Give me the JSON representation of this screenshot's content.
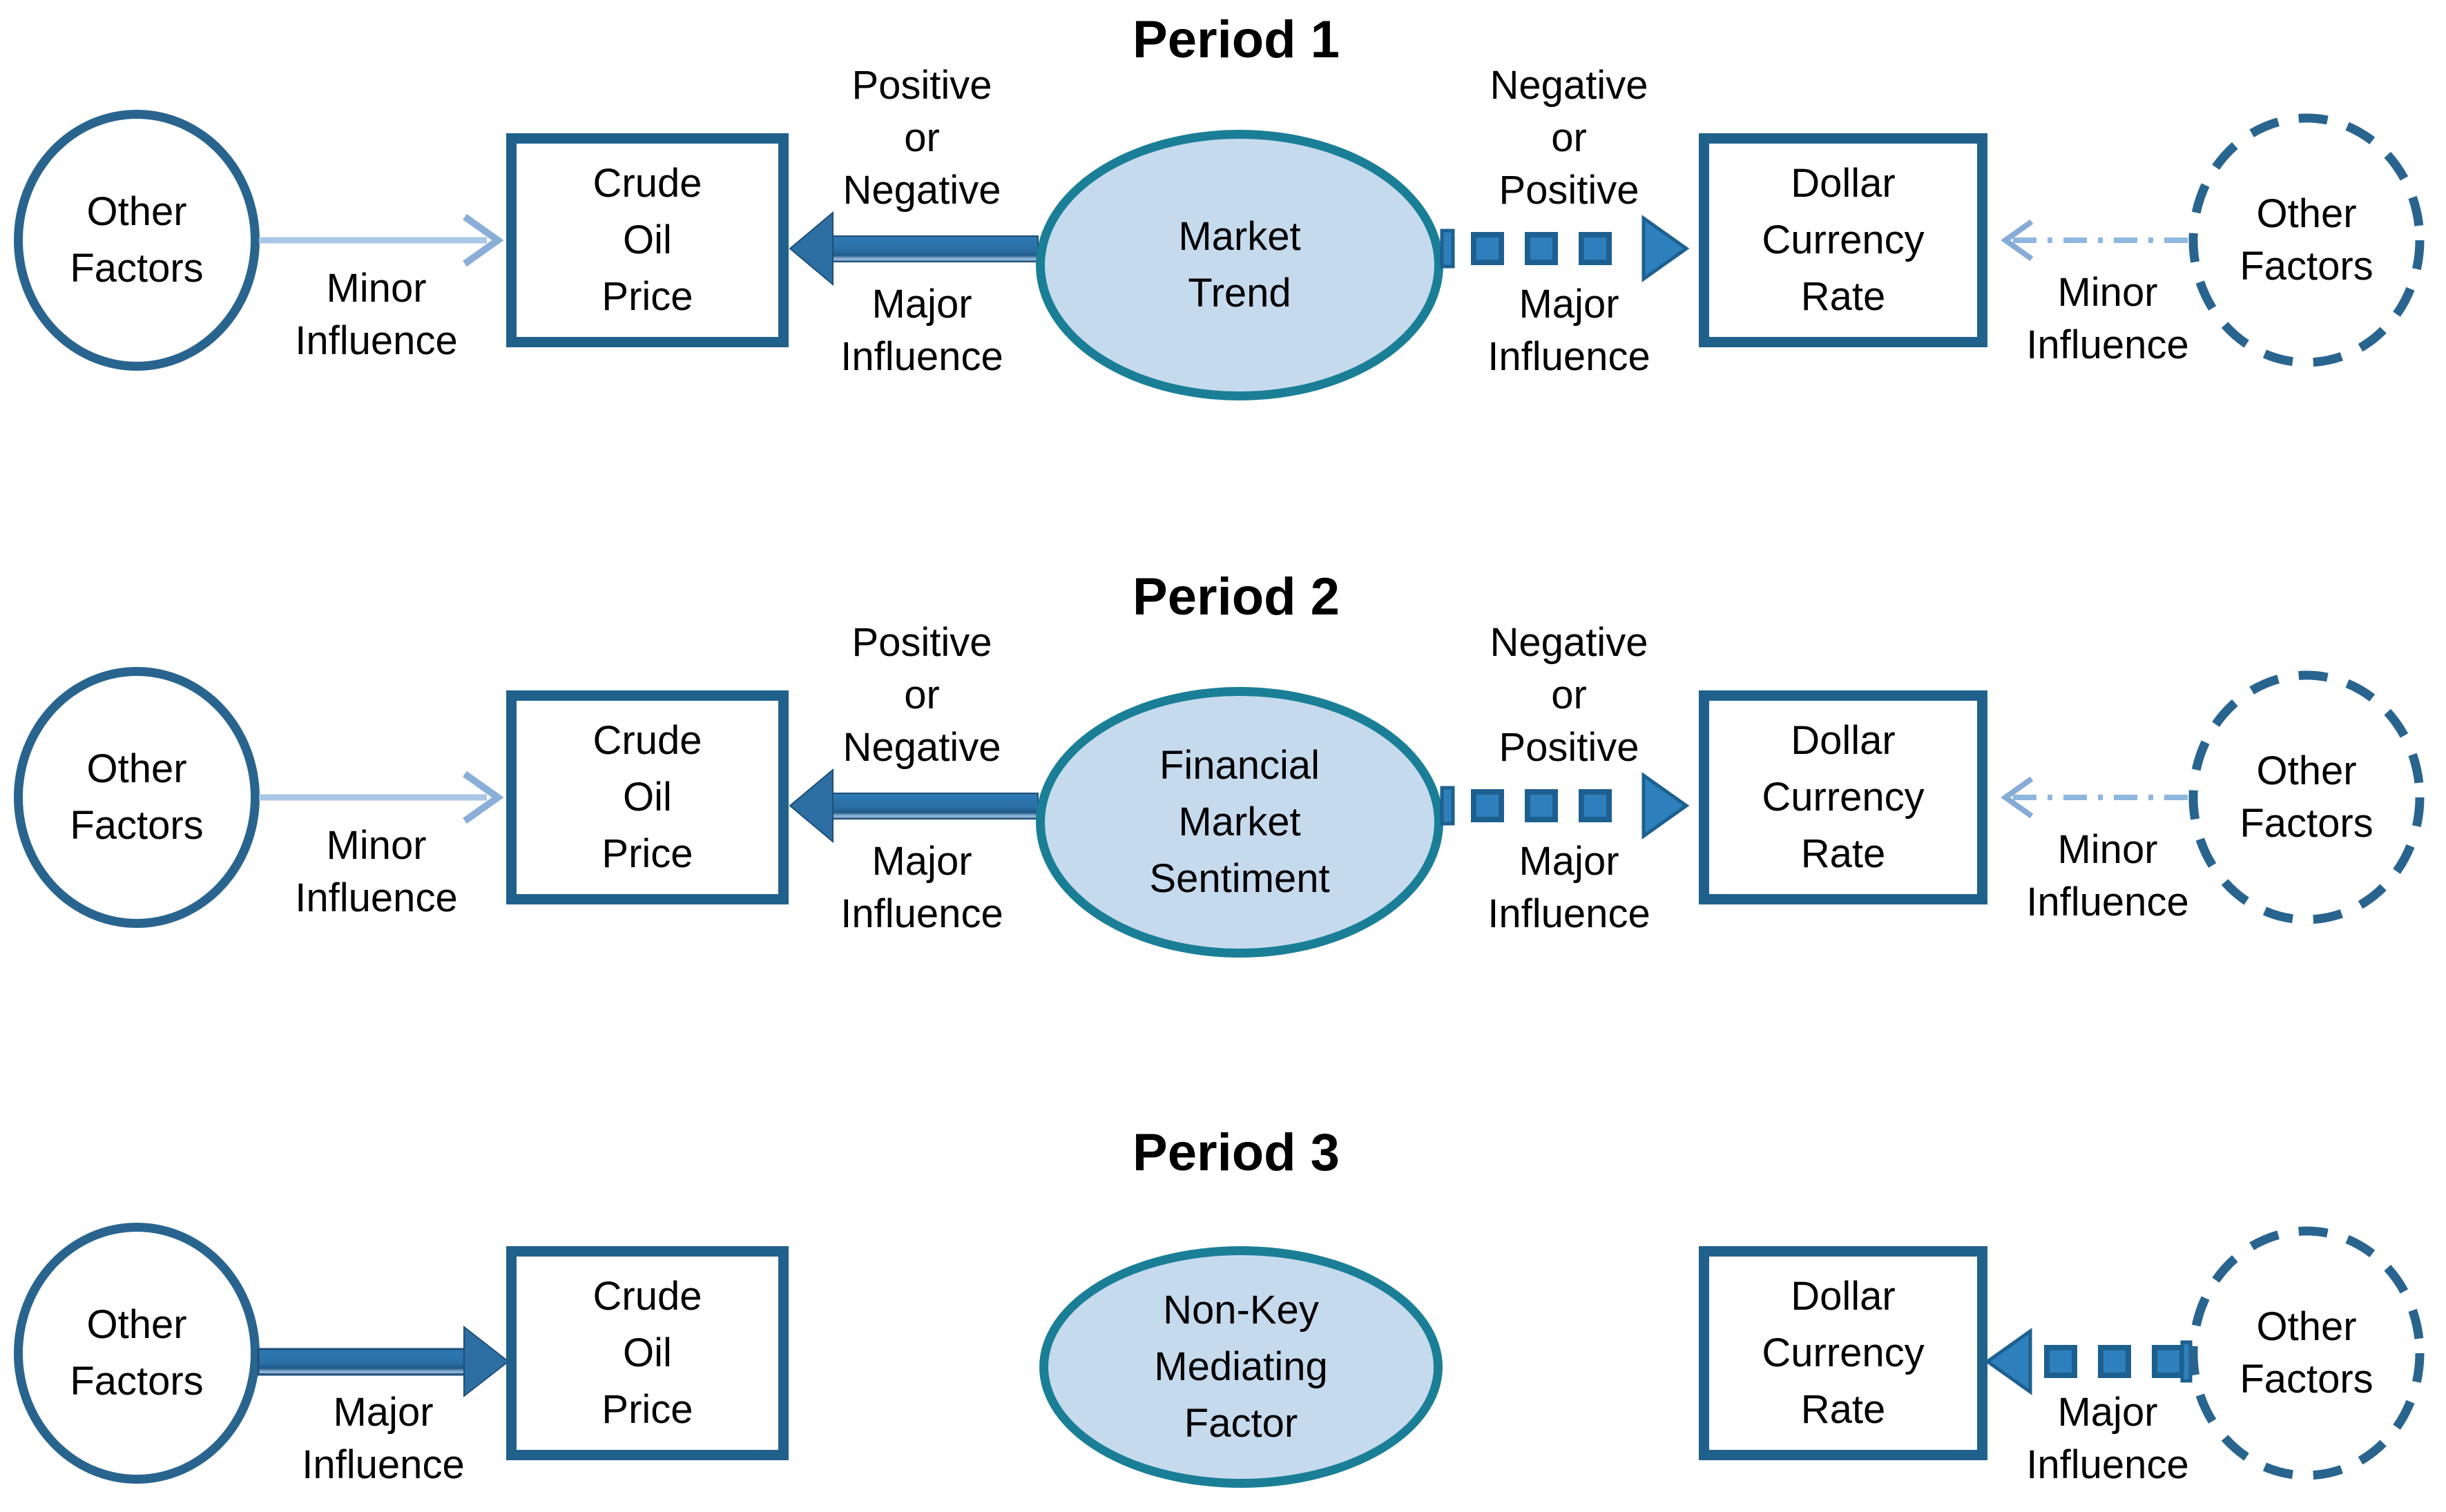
{
  "colors": {
    "box_border": "#20618C",
    "circle_border": "#29648F",
    "dashed_circle_border": "#29648F",
    "ellipse_border": "#1A7F96",
    "ellipse_fill": "#C6DAEE",
    "thick_arrow": "#2E78B2",
    "thick_arrow_outline": "#1F4E78",
    "dash_square_fill": "#2E80BC",
    "dash_square_border": "#1D6090",
    "thin_arrow": "#A9C6E6",
    "thin_arrow_head": "#8AAED8",
    "dashdot_arrow": "#8FB6DE",
    "text": "#000000"
  },
  "periods": [
    {
      "title": "Period 1",
      "left_circle": "Other\nFactors",
      "left_arrow_label": "Minor\nInfluence",
      "crude_box": "Crude\nOil\nPrice",
      "left_influence_top": "Positive\nor\nNegative",
      "left_influence_bottom": "Major\nInfluence",
      "ellipse": "Market\nTrend",
      "right_influence_top": "Negative\nor\nPositive",
      "right_influence_bottom": "Major\nInfluence",
      "dollar_box": "Dollar\nCurrency\nRate",
      "right_arrow_label": "Minor\nInfluence",
      "right_circle": "Other\nFactors"
    },
    {
      "title": "Period 2",
      "left_circle": "Other\nFactors",
      "left_arrow_label": "Minor\nInfluence",
      "crude_box": "Crude\nOil\nPrice",
      "left_influence_top": "Positive\nor\nNegative",
      "left_influence_bottom": "Major\nInfluence",
      "ellipse": "Financial\nMarket\nSentiment",
      "right_influence_top": "Negative\nor\nPositive",
      "right_influence_bottom": "Major\nInfluence",
      "dollar_box": "Dollar\nCurrency\nRate",
      "right_arrow_label": "Minor\nInfluence",
      "right_circle": "Other\nFactors"
    },
    {
      "title": "Period 3",
      "left_circle": "Other\nFactors",
      "left_arrow_label": "Major\nInfluence",
      "crude_box": "Crude\nOil\nPrice",
      "ellipse": "Non-Key\nMediating\nFactor",
      "dollar_box": "Dollar\nCurrency\nRate",
      "right_arrow_label": "Major\nInfluence",
      "right_circle": "Other\nFactors"
    }
  ]
}
